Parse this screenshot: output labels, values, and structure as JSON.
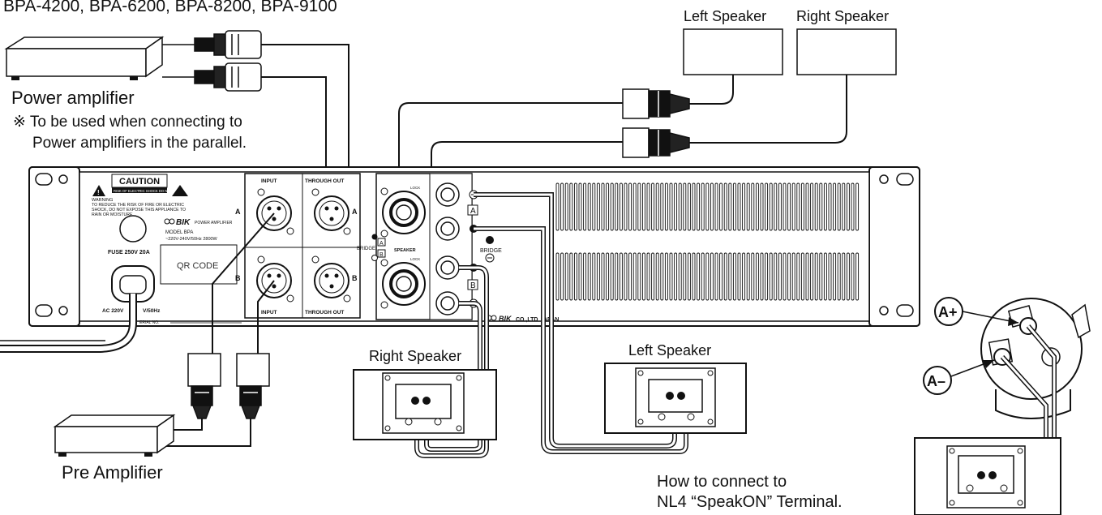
{
  "title": "BPA-4200, BPA-6200, BPA-8200, BPA-9100",
  "labels": {
    "power_amplifier": "Power amplifier",
    "note_line1": "※ To be used when connecting to",
    "note_line2": "Power amplifiers in the parallel.",
    "pre_amplifier": "Pre Amplifier",
    "left_speaker_top": "Left Speaker",
    "right_speaker_top": "Right Speaker",
    "right_speaker_bottom": "Right Speaker",
    "left_speaker_bottom": "Left Speaker",
    "nl4_line1": "How to connect to",
    "nl4_line2": "NL4 “SpeakON” Terminal.",
    "a_plus": "A+",
    "a_minus": "A–"
  },
  "panel": {
    "caution": "CAUTION",
    "caution_sub": "RISK OF ELECTRIC SHOCK DO NOT OPEN",
    "warning": "WARNING",
    "warning_text1": "TO REDUCE THE RISK OF FIRE OR ELECTRIC",
    "warning_text2": "SHOCK, DO NOT EXPOSE THIS APPLIANCE TO",
    "warning_text3": "RAIN OR MOISTURE",
    "brand": "BIK",
    "brand_sub": "POWER AMPLIFIER",
    "model": "MODEL BPA",
    "spec": "~220V-240V/50Hz  2800W",
    "fuse": "FUSE 250V 20A",
    "qr": "QR CODE",
    "ac": "AC 220V",
    "ac_tail": "V/50Hz",
    "serial": "ERIAL NO.",
    "input": "INPUT",
    "through_out": "THROUGH OUT",
    "ch_a": "A",
    "ch_b": "B",
    "lock": "LOCK",
    "bridge": "BRIDGE",
    "speaker": "SPEAKER",
    "made_in": "CO.,LTD",
    "japan": "APAN",
    "brand2": "BIK"
  }
}
